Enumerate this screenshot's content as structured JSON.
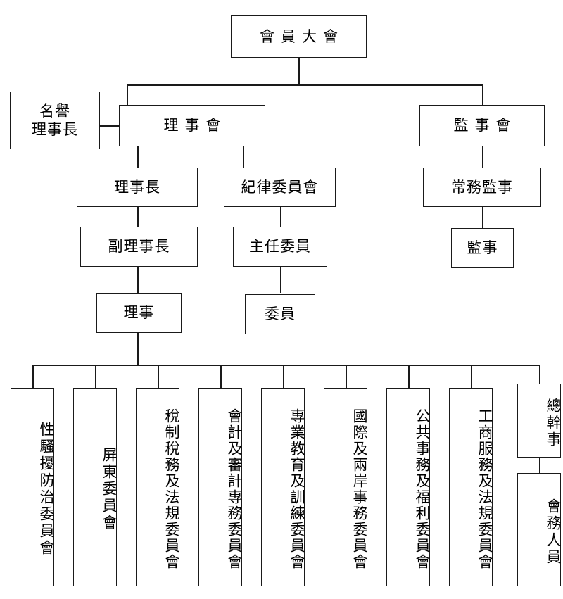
{
  "chart_title": "",
  "nodes": {
    "general_assembly": "會員大會",
    "honorary_chairman": "名譽\n理事長",
    "board_of_directors": "理事會",
    "board_of_supervisors": "監事會",
    "chairman": "理事長",
    "discipline_committee": "紀律委員會",
    "standing_supervisor": "常務監事",
    "supervisor": "監事",
    "vice_chairman": "副理事長",
    "director": "理事",
    "committee_chair": "主任委員",
    "committee_member": "委員",
    "secretary_general": "總幹事",
    "administrative_staff": "會務人員"
  },
  "committees": [
    {
      "name": "sexual-harassment-prevention-committee",
      "label": "性騷擾防治委員會"
    },
    {
      "name": "pingtung-committee",
      "label": "屏東委員會"
    },
    {
      "name": "tax-system-and-regulations-committee",
      "label": "稅制稅務及法規委員會"
    },
    {
      "name": "accounting-and-audit-affairs-committee",
      "label": "會計及審計專務委員會"
    },
    {
      "name": "professional-education-and-training-committee",
      "label": "專業教育及訓練委員會"
    },
    {
      "name": "international-and-cross-strait-affairs-committee",
      "label": "國際及兩岸事務委員會"
    },
    {
      "name": "public-affairs-and-welfare-committee",
      "label": "公共事務及福利委員會"
    },
    {
      "name": "commercial-services-and-regulations-committee",
      "label": "工商服務及法規委員會"
    }
  ],
  "colors": {
    "line": "#1a1a1a",
    "background": "#ffffff",
    "text": "#000000"
  }
}
